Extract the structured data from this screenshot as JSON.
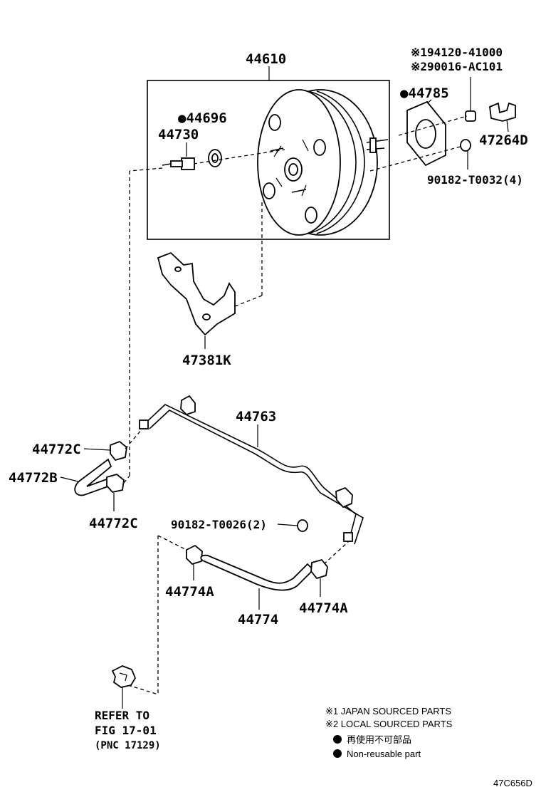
{
  "labels": {
    "booster_assy": "44610",
    "note1_part": "※194120-41000",
    "note2_part": "※290016-AC101",
    "gasket": "●44785",
    "bracket_right": "47264D",
    "nut": "90182-T0032(4)",
    "seal": "●44696",
    "check_valve": "44730",
    "bracket": "47381K",
    "vacuum_pipe": "44763",
    "clip_upper": "44772C",
    "hose_left": "44772B",
    "clip_lower": "44772C",
    "pipe_nut": "90182-T0026(2)",
    "clip_left": "44774A",
    "hose_lower": "44774",
    "clip_right": "44774A",
    "refer_line1": "REFER TO",
    "refer_line2": "FIG 17-01",
    "refer_line3": "(PNC 17129)",
    "legend_note1": "※1 JAPAN SOURCED PARTS",
    "legend_note2": "※2 LOCAL SOURCED PARTS",
    "legend_jp": "再使用不可部品",
    "legend_en": "Non-reusable part",
    "diagram_code": "47C656D"
  },
  "icons": {
    "non_reusable_marker": "filled-circle"
  },
  "colors": {
    "ink": "#000000",
    "background": "#ffffff"
  }
}
